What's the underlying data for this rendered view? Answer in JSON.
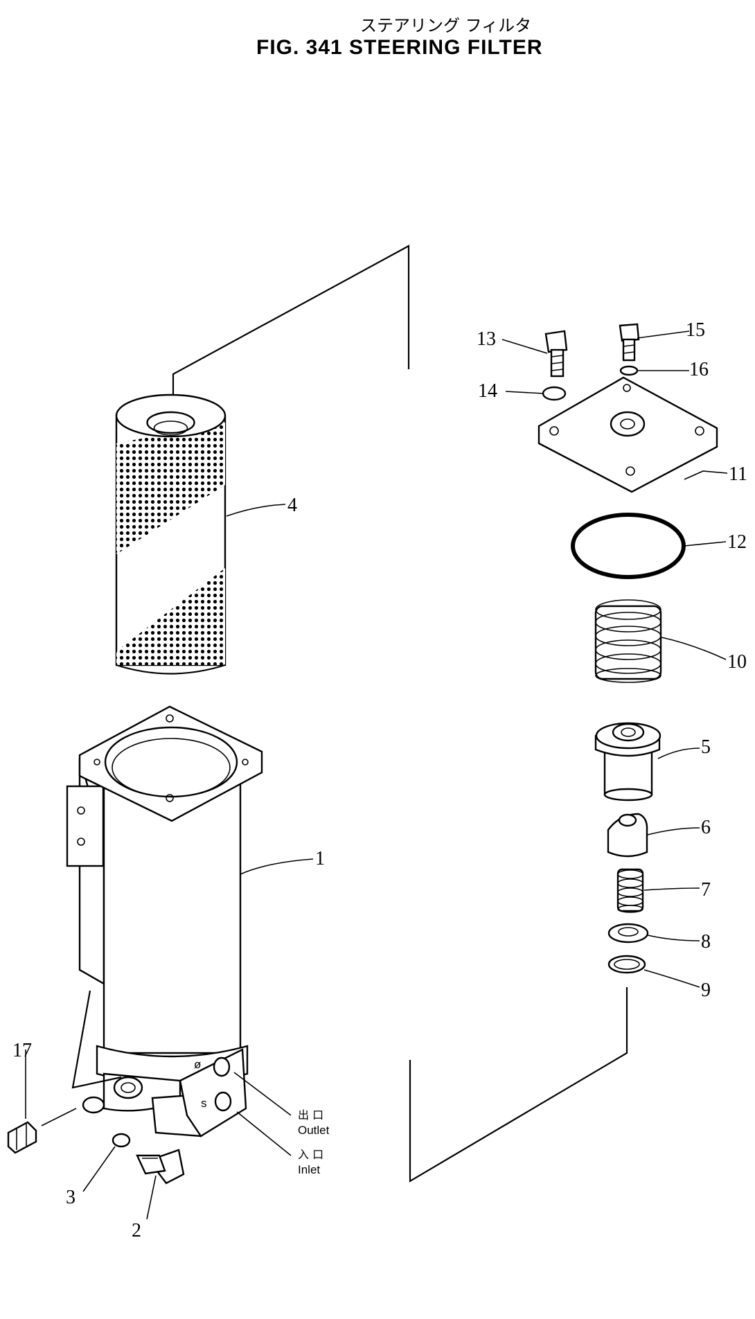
{
  "title": {
    "japanese": "ステアリング フィルタ",
    "english": "FIG. 341   STEERING  FILTER"
  },
  "callouts": [
    {
      "id": "1",
      "label": "1"
    },
    {
      "id": "2",
      "label": "2"
    },
    {
      "id": "3",
      "label": "3"
    },
    {
      "id": "4",
      "label": "4"
    },
    {
      "id": "5",
      "label": "5"
    },
    {
      "id": "6",
      "label": "6"
    },
    {
      "id": "7",
      "label": "7"
    },
    {
      "id": "8",
      "label": "8"
    },
    {
      "id": "9",
      "label": "9"
    },
    {
      "id": "10",
      "label": "10"
    },
    {
      "id": "11",
      "label": "11"
    },
    {
      "id": "12",
      "label": "12"
    },
    {
      "id": "13",
      "label": "13"
    },
    {
      "id": "14",
      "label": "14"
    },
    {
      "id": "15",
      "label": "15"
    },
    {
      "id": "16",
      "label": "16"
    },
    {
      "id": "17",
      "label": "17"
    }
  ],
  "ports": {
    "outlet": {
      "japanese": "出 口",
      "english": "Outlet"
    },
    "inlet": {
      "japanese": "入 口",
      "english": "Inlet"
    }
  }
}
